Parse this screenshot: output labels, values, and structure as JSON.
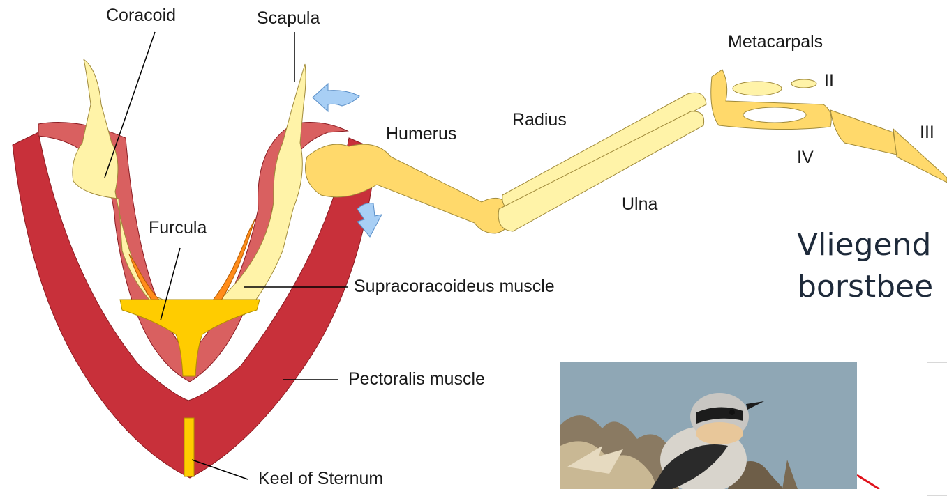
{
  "labels": {
    "coracoid": "Coracoid",
    "scapula": "Scapula",
    "metacarpals": "Metacarpals",
    "ii": "II",
    "humerus": "Humerus",
    "radius": "Radius",
    "iii": "III",
    "iv": "IV",
    "ulna": "Ulna",
    "furcula": "Furcula",
    "supracoracoideus": "Supracoracoideus muscle",
    "pectoralis": "Pectoralis muscle",
    "keel": "Keel of Sternum"
  },
  "caption": {
    "line1": "Vliegend",
    "line2": "borstbee"
  },
  "colors": {
    "bone": "#fff3a8",
    "bone_dark": "#ffd96b",
    "pectoralis": "#c8303a",
    "supracoracoideus": "#d96060",
    "furcula": "#ffcc00",
    "orange": "#ff8c1a",
    "arrow": "#a8cff5",
    "caption_text": "#1e2a3a",
    "pointer": "#e0121c"
  }
}
